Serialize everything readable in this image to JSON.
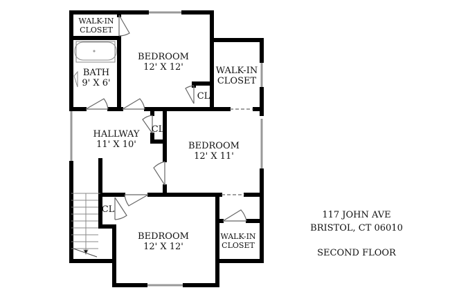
{
  "rooms": {
    "walkin_top_left": {
      "name": "WALK-IN",
      "name2": "CLOSET"
    },
    "bath": {
      "name": "BATH",
      "size": "9' X 6'"
    },
    "bedroom_top": {
      "name": "BEDROOM",
      "size": "12' X 12'"
    },
    "cl_top": {
      "name": "CL"
    },
    "walkin_top_right": {
      "name": "WALK-IN",
      "name2": "CLOSET"
    },
    "hallway": {
      "name": "HALLWAY",
      "size": "11' X 10'"
    },
    "cl_hall": {
      "name": "CL"
    },
    "bedroom_mid": {
      "name": "BEDROOM",
      "size": "12' X 11'"
    },
    "cl_low": {
      "name": "CL"
    },
    "bedroom_bottom": {
      "name": "BEDROOM",
      "size": "12' X 12'"
    },
    "walkin_bottom": {
      "name": "WALK-IN",
      "name2": "CLOSET"
    }
  },
  "address": {
    "line1": "117 JOHN AVE",
    "line2": "BRISTOL, CT 06010",
    "floor": "SECOND FLOOR"
  },
  "colors": {
    "wall": "#000000",
    "window": "#999999"
  }
}
